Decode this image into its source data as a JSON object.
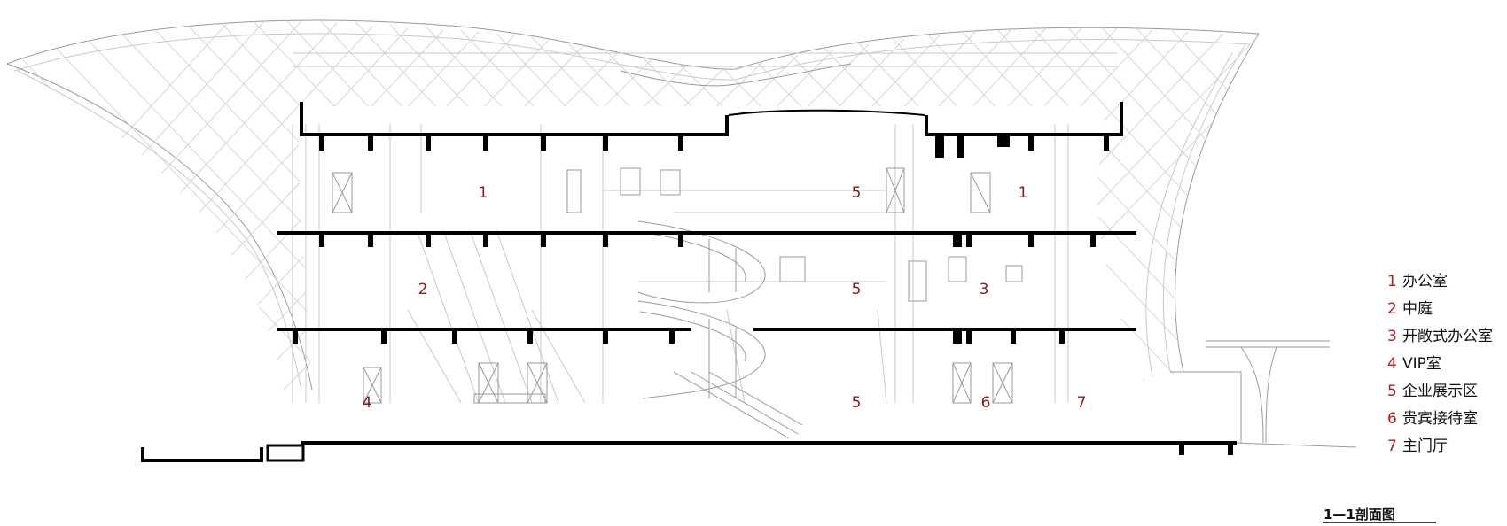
{
  "rooms": [
    {
      "num": "1",
      "floor": 3,
      "pos": "left"
    },
    {
      "num": "5",
      "floor": 3,
      "pos": "center"
    },
    {
      "num": "1",
      "floor": 3,
      "pos": "right"
    },
    {
      "num": "2",
      "floor": 2,
      "pos": "left"
    },
    {
      "num": "5",
      "floor": 2,
      "pos": "center"
    },
    {
      "num": "3",
      "floor": 2,
      "pos": "right"
    },
    {
      "num": "4",
      "floor": 1,
      "pos": "far-left"
    },
    {
      "num": "5",
      "floor": 1,
      "pos": "center"
    },
    {
      "num": "6",
      "floor": 1,
      "pos": "right"
    },
    {
      "num": "7",
      "floor": 1,
      "pos": "far-right"
    }
  ],
  "legend": [
    {
      "num": "1",
      "label": "办公室"
    },
    {
      "num": "2",
      "label": "中庭"
    },
    {
      "num": "3",
      "label": "开敞式办公室"
    },
    {
      "num": "4",
      "label": "VIP室"
    },
    {
      "num": "5",
      "label": "企业展示区"
    },
    {
      "num": "6",
      "label": "贵宾接待室"
    },
    {
      "num": "7",
      "label": "主门厅"
    }
  ],
  "title": "1—1剖面图",
  "colors": {
    "room_number": "#8b1a1a",
    "legend_number": "#b01e1e",
    "line_light": "#c8c8c8",
    "line_dark": "#000000"
  }
}
